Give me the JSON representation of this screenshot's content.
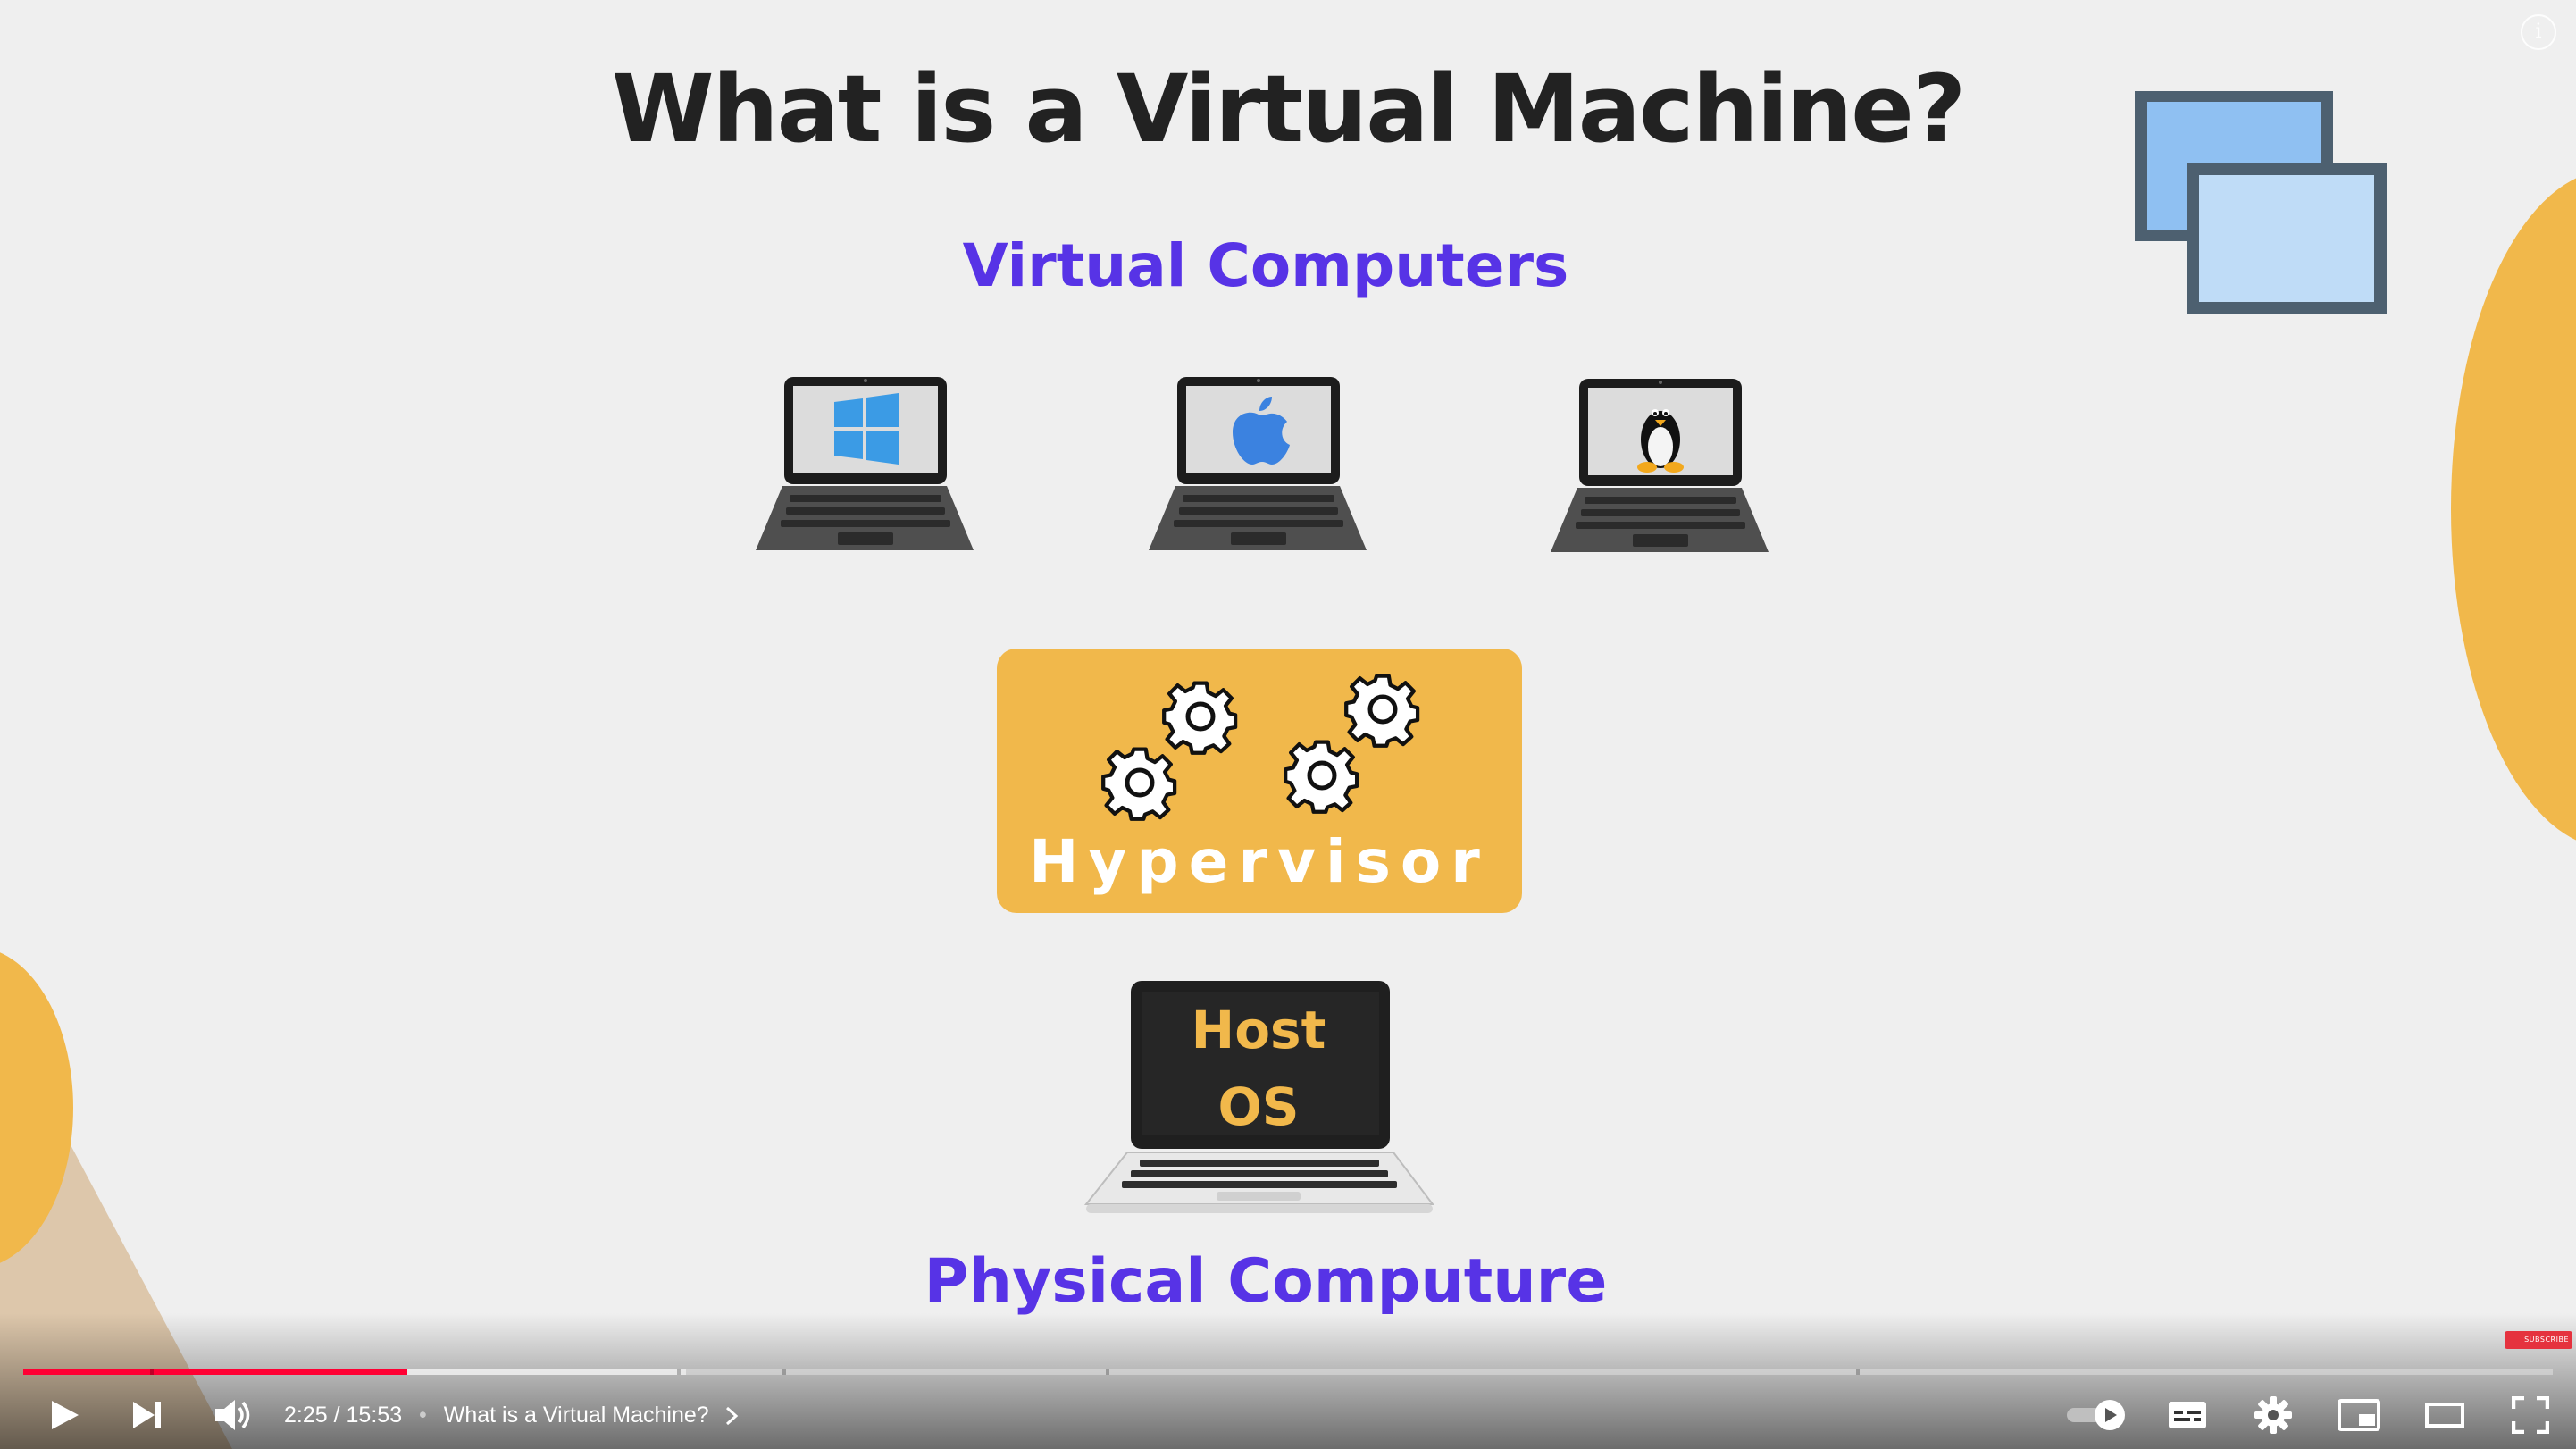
{
  "slide": {
    "title": "What is a Virtual Machine?",
    "subtitle": "Virtual Computers",
    "virtual_machines": [
      {
        "os": "Windows",
        "icon": "windows-icon"
      },
      {
        "os": "macOS",
        "icon": "apple-icon"
      },
      {
        "os": "Linux",
        "icon": "linux-penguin-icon"
      }
    ],
    "hypervisor_label": "Hypervisor",
    "host_os_line1": "Host",
    "host_os_line2": "OS",
    "bottom_label": "Physical Computure"
  },
  "player": {
    "current_time": "2:25",
    "separator": "/",
    "duration": "15:53",
    "bullet": "•",
    "chapter_title": "What is a Virtual Machine?",
    "progress_played_fraction": 0.152,
    "progress_buffered_fraction": 0.262,
    "subscribe_badge": "SUBSCRIBE",
    "info_glyph": "i",
    "controls": [
      "play-button",
      "next-button",
      "volume-button",
      "autoplay-toggle",
      "subtitles-button",
      "settings-button",
      "miniplayer-button",
      "theater-mode-button",
      "fullscreen-button"
    ]
  },
  "colors": {
    "accent_purple": "#5733e6",
    "hypervisor_yellow": "#f1b84b",
    "progress_red": "#ff0033",
    "background": "#efefef"
  }
}
